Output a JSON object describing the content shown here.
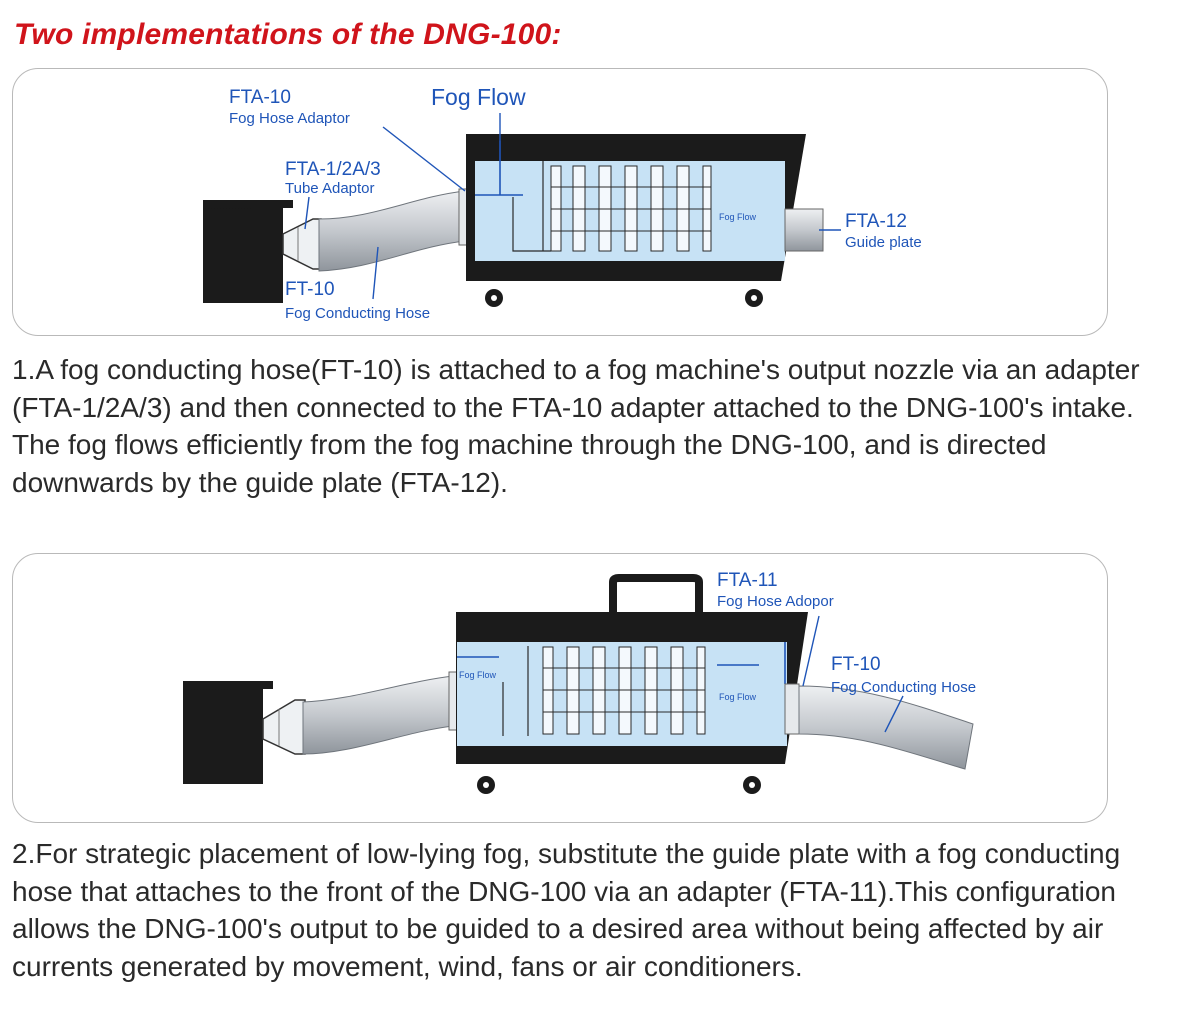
{
  "title": "Two implementations of the DNG-100:",
  "colors": {
    "title": "#d0141b",
    "label": "#1f55b8",
    "machine_body": "#1b1b1b",
    "fog_fill": "#c7e2f5",
    "hose": "#c9cdd2"
  },
  "diagram1": {
    "labels": {
      "fta10_code": "FTA-10",
      "fta10_name": "Fog Hose Adaptor",
      "fog_flow": "Fog Flow",
      "fta123_code": "FTA-1/2A/3",
      "fta123_name": "Tube Adaptor",
      "ft10_code": "FT-10",
      "ft10_name": "Fog Conducting Hose",
      "fta12_code": "FTA-12",
      "fta12_name": "Guide plate",
      "inner_flow": "Fog Flow"
    }
  },
  "description1": "1.A fog conducting hose(FT-10) is attached to a fog machine's output nozzle via an adapter (FTA-1/2A/3) and then connected to the FTA-10 adapter attached to the DNG-100's intake. The fog flows efficiently from the fog machine through the DNG-100, and is directed downwards by the guide plate (FTA-12).",
  "diagram2": {
    "labels": {
      "fta11_code": "FTA-11",
      "fta11_name": "Fog Hose Adopor",
      "ft10_code": "FT-10",
      "ft10_name": "Fog Conducting Hose",
      "inner_flow_in": "Fog Flow",
      "inner_flow_out": "Fog Flow"
    }
  },
  "description2": "2.For strategic placement of low-lying fog, substitute the guide plate with a fog conducting hose that attaches to the front of the DNG-100 via an adapter (FTA-11).This configuration allows the DNG-100's output to be guided to a desired area without being affected by air currents generated by movement, wind, fans or air conditioners."
}
